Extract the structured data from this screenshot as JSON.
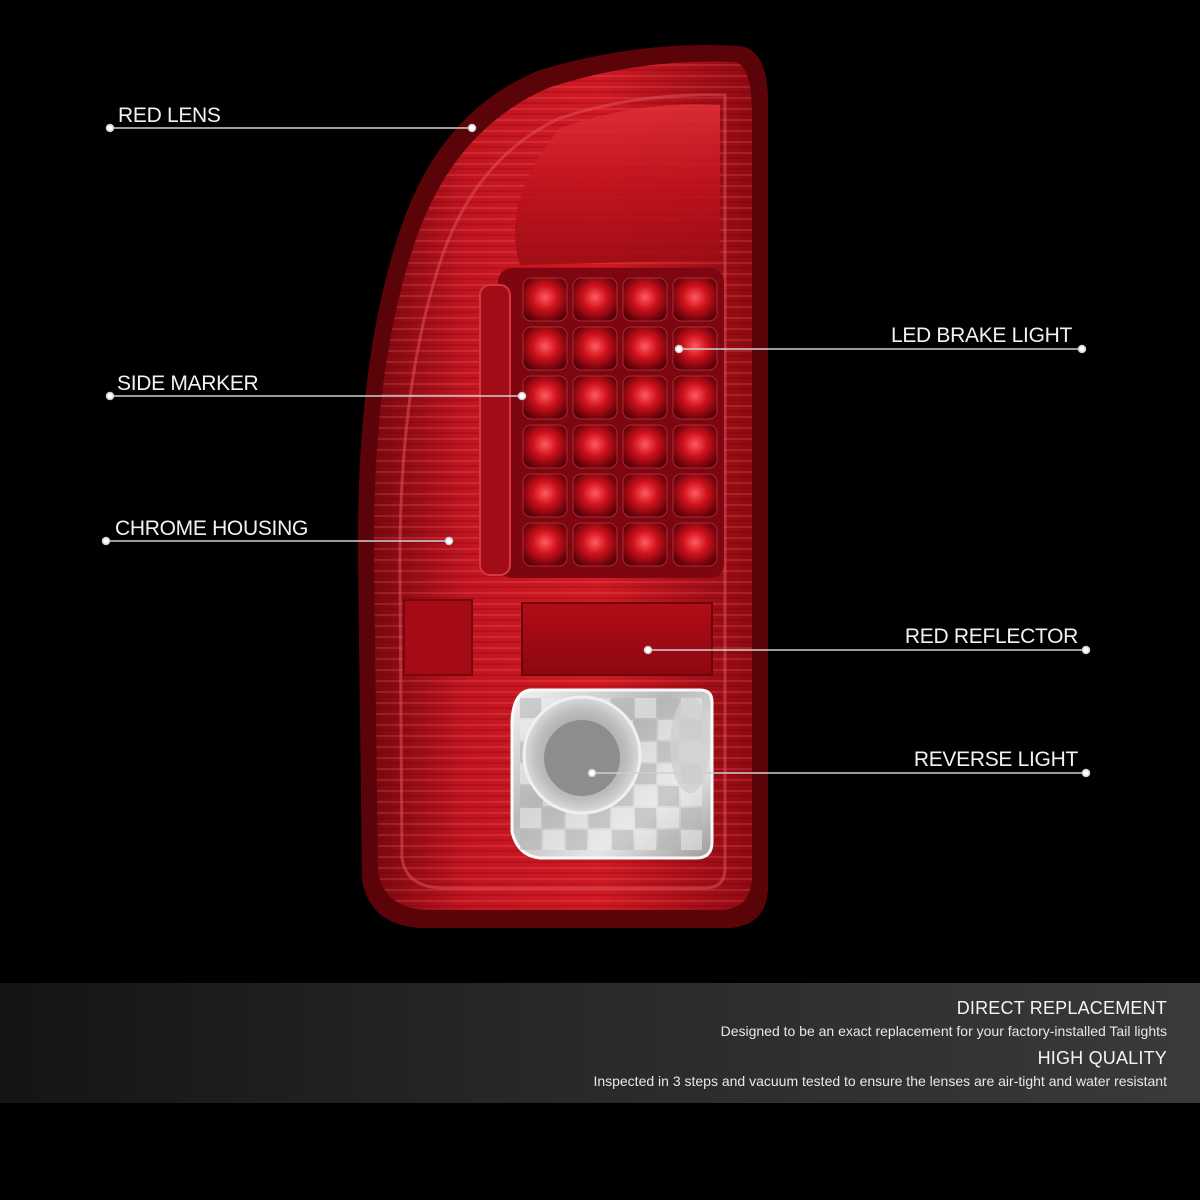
{
  "callouts": {
    "red_lens": "RED LENS",
    "side_marker": "SIDE MARKER",
    "chrome_housing": "CHROME HOUSING",
    "led_brake_light": "LED BRAKE LIGHT",
    "red_reflector": "RED REFLECTOR",
    "reverse_light": "REVERSE LIGHT"
  },
  "features": [
    {
      "title": "DIRECT REPLACEMENT",
      "description": "Designed to be an exact replacement for your factory-installed Tail lights"
    },
    {
      "title": "HIGH QUALITY",
      "description": "Inspected in 3 steps and vacuum tested to ensure the lenses are air-tight and water resistant"
    }
  ],
  "colors": {
    "background": "#000000",
    "lens_red": "#c0101a",
    "lens_dark": "#6a0409",
    "chrome": "#d8d8d8",
    "callout_line": "#cfcfcf"
  }
}
